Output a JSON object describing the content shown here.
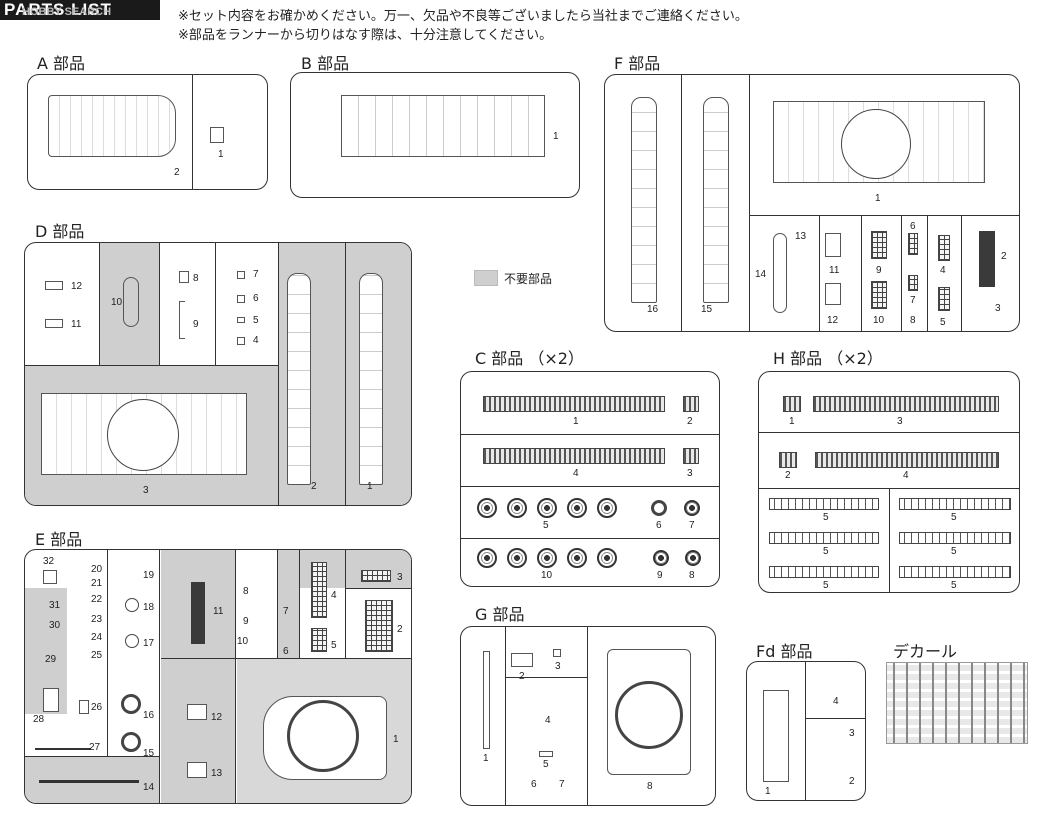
{
  "header": {
    "logo": "PARTS LIST",
    "watermark": "HOBBY SEARCH",
    "note_1": "※セット内容をお確かめください。万一、欠品や不良等ございましたら当社までご連絡ください。",
    "note_2": "※部品をランナーから切りはなす際は、十分注意してください。"
  },
  "legend": {
    "label": "不要部品",
    "color": "#cfcfcf"
  },
  "sections": {
    "A": {
      "title": "A 部品",
      "parts": [
        "1",
        "2"
      ]
    },
    "B": {
      "title": "B 部品",
      "parts": [
        "1"
      ]
    },
    "F": {
      "title": "F 部品",
      "parts": [
        "1",
        "2",
        "3",
        "4",
        "5",
        "6",
        "7",
        "8",
        "9",
        "10",
        "11",
        "12",
        "13",
        "14",
        "15",
        "16"
      ]
    },
    "D": {
      "title": "D 部品",
      "parts": [
        "1",
        "2",
        "3",
        "4",
        "5",
        "6",
        "7",
        "8",
        "9",
        "10",
        "11",
        "12"
      ]
    },
    "C": {
      "title": "C 部品 （×2）",
      "parts": [
        "1",
        "2",
        "3",
        "4",
        "5",
        "6",
        "7",
        "8",
        "9",
        "10"
      ]
    },
    "H": {
      "title": "H 部品 （×2）",
      "parts": [
        "1",
        "2",
        "3",
        "4",
        "5"
      ]
    },
    "E": {
      "title": "E 部品",
      "parts": [
        "1",
        "2",
        "3",
        "4",
        "5",
        "6",
        "7",
        "8",
        "9",
        "10",
        "11",
        "12",
        "13",
        "14",
        "15",
        "16",
        "17",
        "18",
        "19",
        "20",
        "21",
        "22",
        "23",
        "24",
        "25",
        "26",
        "27",
        "28",
        "29",
        "30",
        "31",
        "32"
      ]
    },
    "G": {
      "title": "G 部品",
      "parts": [
        "1",
        "2",
        "3",
        "4",
        "5",
        "6",
        "7",
        "8"
      ]
    },
    "Fd": {
      "title": "Fd 部品",
      "parts": [
        "1",
        "2",
        "3",
        "4"
      ]
    },
    "Decal": {
      "title": "デカール"
    }
  }
}
